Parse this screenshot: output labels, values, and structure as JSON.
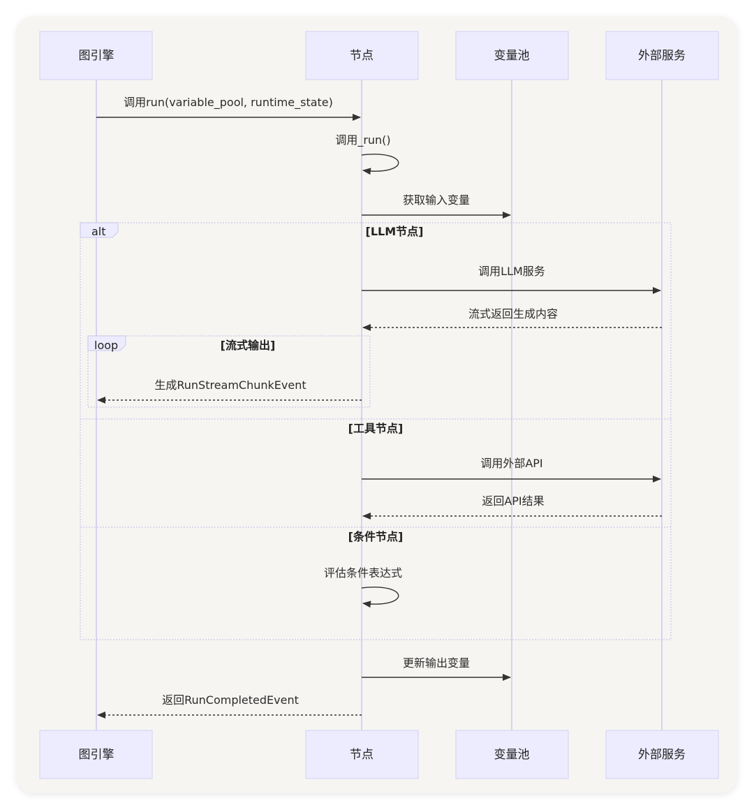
{
  "participants": [
    {
      "id": "engine",
      "label": "图引擎"
    },
    {
      "id": "node",
      "label": "节点"
    },
    {
      "id": "pool",
      "label": "变量池"
    },
    {
      "id": "ext",
      "label": "外部服务"
    }
  ],
  "messages": [
    {
      "id": "m1",
      "label": "调用run(variable_pool, runtime_state)",
      "from": "engine",
      "to": "node",
      "style": "solid"
    },
    {
      "id": "m2",
      "label": "调用_run()",
      "from": "node",
      "to": "node",
      "style": "self"
    },
    {
      "id": "m3",
      "label": "获取输入变量",
      "from": "node",
      "to": "pool",
      "style": "solid"
    },
    {
      "id": "m4",
      "label": "调用LLM服务",
      "from": "node",
      "to": "ext",
      "style": "solid"
    },
    {
      "id": "m5",
      "label": "流式返回生成内容",
      "from": "ext",
      "to": "node",
      "style": "dashed"
    },
    {
      "id": "m6",
      "label": "生成RunStreamChunkEvent",
      "from": "node",
      "to": "engine",
      "style": "dashed"
    },
    {
      "id": "m7",
      "label": "调用外部API",
      "from": "node",
      "to": "ext",
      "style": "solid"
    },
    {
      "id": "m8",
      "label": "返回API结果",
      "from": "ext",
      "to": "node",
      "style": "dashed"
    },
    {
      "id": "m9",
      "label": "评估条件表达式",
      "from": "node",
      "to": "node",
      "style": "self"
    },
    {
      "id": "m10",
      "label": "更新输出变量",
      "from": "node",
      "to": "pool",
      "style": "solid"
    },
    {
      "id": "m11",
      "label": "返回RunCompletedEvent",
      "from": "node",
      "to": "engine",
      "style": "dashed"
    }
  ],
  "frames": {
    "alt": {
      "tag": "alt",
      "sections": [
        "[LLM节点]",
        "[工具节点]",
        "[条件节点]"
      ]
    },
    "loop": {
      "tag": "loop",
      "condition": "[流式输出]"
    }
  },
  "colors": {
    "actor_fill": "#ececfe",
    "actor_border": "#d2d0f2",
    "lifeline": "#d6d2ee",
    "arrow": "#333333",
    "frame_border": "#c9c6e8",
    "background": "#f6f5f2"
  }
}
